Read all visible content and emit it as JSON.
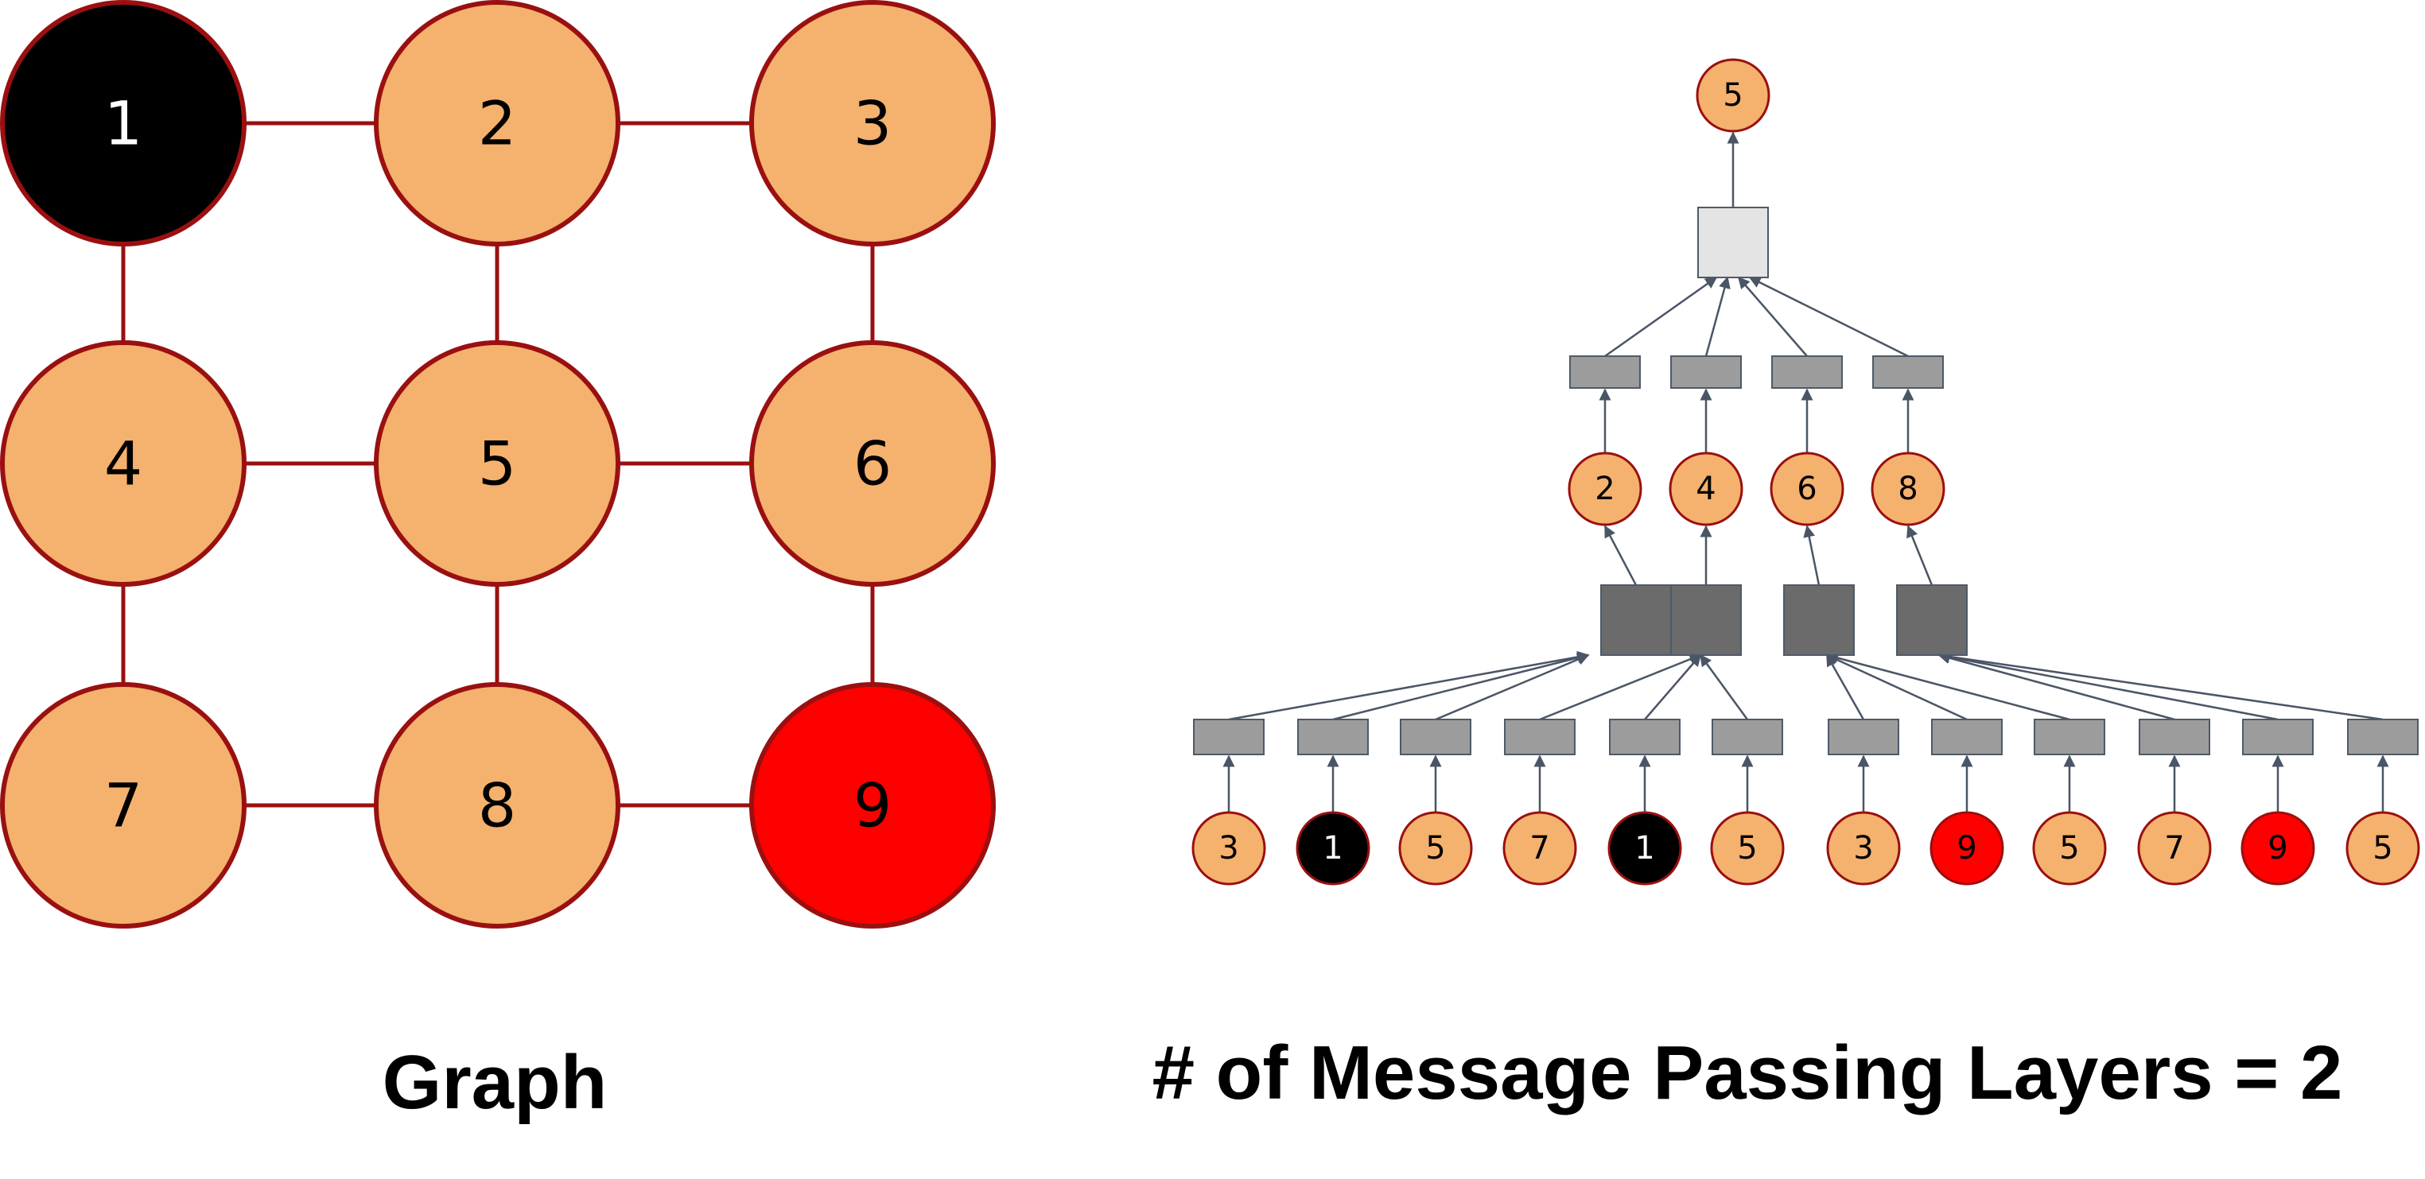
{
  "colors": {
    "node_fill": "#f5b16e",
    "node_stroke": "#9a1010",
    "black_node": "#000000",
    "red_node": "#ff0000",
    "edge": "#9a1010",
    "agg_root": "#e4e4e4",
    "agg_light": "#9c9c9c",
    "agg_dark": "#6b6b6b",
    "arrow": "#4a5566"
  },
  "graph": {
    "nodes": [
      {
        "id": "1",
        "type": "black"
      },
      {
        "id": "2",
        "type": "normal"
      },
      {
        "id": "3",
        "type": "normal"
      },
      {
        "id": "4",
        "type": "normal"
      },
      {
        "id": "5",
        "type": "normal"
      },
      {
        "id": "6",
        "type": "normal"
      },
      {
        "id": "7",
        "type": "normal"
      },
      {
        "id": "8",
        "type": "normal"
      },
      {
        "id": "9",
        "type": "red"
      }
    ],
    "edges": [
      [
        "1",
        "2"
      ],
      [
        "2",
        "3"
      ],
      [
        "4",
        "5"
      ],
      [
        "5",
        "6"
      ],
      [
        "7",
        "8"
      ],
      [
        "8",
        "9"
      ],
      [
        "1",
        "4"
      ],
      [
        "4",
        "7"
      ],
      [
        "2",
        "5"
      ],
      [
        "5",
        "8"
      ],
      [
        "3",
        "6"
      ],
      [
        "6",
        "9"
      ]
    ],
    "caption": "Graph"
  },
  "tree": {
    "root": "5",
    "level1": [
      "2",
      "4",
      "6",
      "8"
    ],
    "leaves": [
      {
        "label": "3",
        "type": "normal"
      },
      {
        "label": "1",
        "type": "black"
      },
      {
        "label": "5",
        "type": "normal"
      },
      {
        "label": "7",
        "type": "normal"
      },
      {
        "label": "1",
        "type": "black"
      },
      {
        "label": "5",
        "type": "normal"
      },
      {
        "label": "3",
        "type": "normal"
      },
      {
        "label": "9",
        "type": "red"
      },
      {
        "label": "5",
        "type": "normal"
      },
      {
        "label": "7",
        "type": "normal"
      },
      {
        "label": "9",
        "type": "red"
      },
      {
        "label": "5",
        "type": "normal"
      }
    ],
    "groups": [
      [
        0,
        1,
        2
      ],
      [
        3,
        4,
        5
      ],
      [
        6,
        7,
        8
      ],
      [
        9,
        10,
        11
      ]
    ],
    "caption": "# of Message Passing Layers = 2"
  }
}
